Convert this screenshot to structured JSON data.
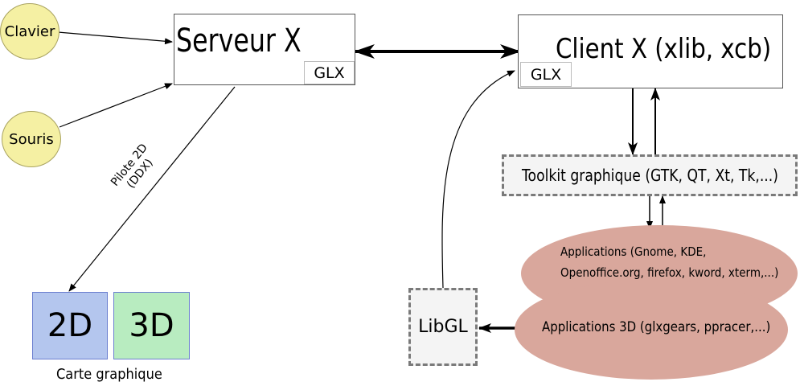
{
  "inputs": {
    "keyboard": "Clavier",
    "mouse": "Souris"
  },
  "server": {
    "title": "Serveur X",
    "glx": "GLX"
  },
  "client": {
    "title": "Client X (xlib, xcb)",
    "glx": "GLX"
  },
  "toolkit": {
    "label": "Toolkit graphique (GTK, QT, Xt, Tk,...)"
  },
  "applications": {
    "line1": "Applications (Gnome, KDE,",
    "line2": "Openoffice.org, firefox, kword, xterm,...)"
  },
  "applications_3d": {
    "label": "Applications 3D (glxgears, ppracer,...)"
  },
  "libgl": {
    "label": "LibGL"
  },
  "driver": {
    "line1": "Pilote 2D",
    "line2": "(DDX)"
  },
  "graphics_card": {
    "label_2d": "2D",
    "label_3d": "3D",
    "caption": "Carte graphique"
  },
  "colors": {
    "input_fill": "#f5f0a3",
    "app_fill": "#d9a79c",
    "card_2d": "#b4c6ee",
    "card_3d": "#b8ecc0"
  }
}
